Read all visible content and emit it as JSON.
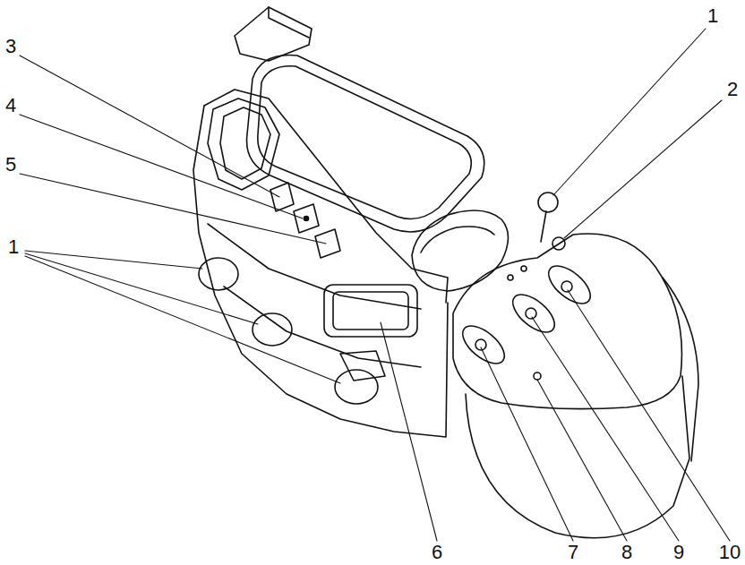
{
  "diagram": {
    "labels": [
      "1",
      "2",
      "3",
      "4",
      "5",
      "1",
      "6",
      "7",
      "8",
      "9",
      "10"
    ]
  }
}
